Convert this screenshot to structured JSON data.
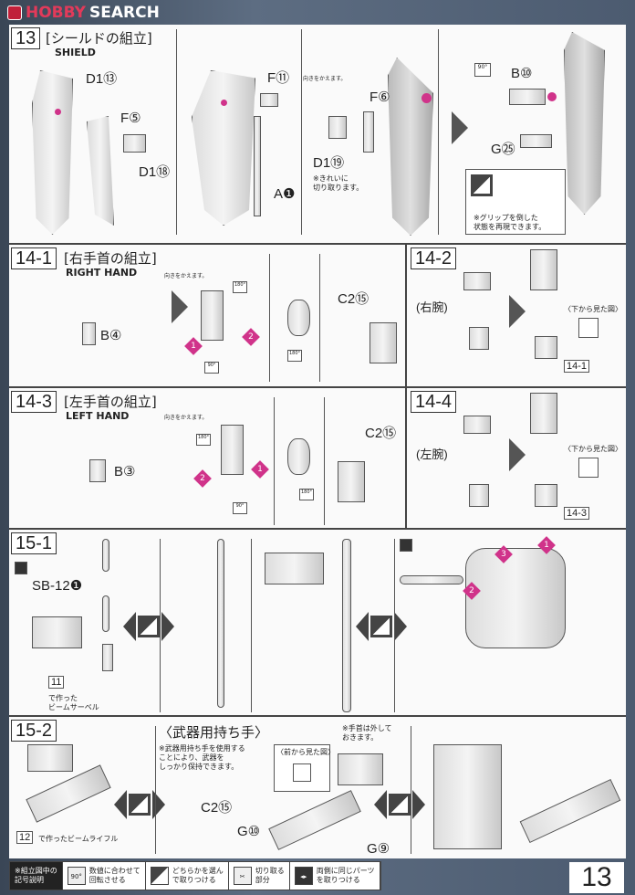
{
  "header": {
    "brand_hobby": "HOBBY",
    "brand_search": "SEARCH"
  },
  "s13": {
    "num": "13",
    "title": "[シールドの組立]",
    "en": "SHIELD",
    "parts": [
      "D1⑬",
      "F⑤",
      "D1⑱",
      "F⑪",
      "A❶",
      "F⑥",
      "D1⑲",
      "B⑩",
      "G㉕"
    ],
    "turn": "向きをかえます。",
    "note_cut": "※きれいに\n切り取ります。",
    "note_grip": "※グリップを倒した\n状態を再現できます。",
    "rot": "90°"
  },
  "s14_1": {
    "num": "14-1",
    "title": "[右手首の組立]",
    "en": "RIGHT HAND",
    "turn": "向きをかえます。",
    "parts": [
      "B④",
      "C2⑮"
    ],
    "rot180": "180°",
    "rot90": "90°",
    "step1": "1",
    "step2": "2"
  },
  "s14_2": {
    "num": "14-2",
    "arm": "(右腕)",
    "view": "〈下から見た図〉",
    "ref": "14-1"
  },
  "s14_3": {
    "num": "14-3",
    "title": "[左手首の組立]",
    "en": "LEFT HAND",
    "turn": "向きをかえます。",
    "parts": [
      "B③",
      "C2⑮"
    ],
    "rot180": "180°",
    "rot90": "90°",
    "step1": "1",
    "step2": "2"
  },
  "s14_4": {
    "num": "14-4",
    "arm": "(左腕)",
    "view": "〈下から見た図〉",
    "ref": "14-3"
  },
  "s15_1": {
    "num": "15-1",
    "part": "SB-12❶",
    "ref": "11",
    "ref_text": "で作った\nビームサーベル",
    "steps": [
      "1",
      "2",
      "3"
    ]
  },
  "s15_2": {
    "num": "15-2",
    "ref": "12",
    "ref_text": "で作ったビームライフル",
    "heading": "〈武器用持ち手〉",
    "note": "※武器用持ち手を使用する\nことにより、武器を\nしっかり保持できます。",
    "front": "〈前から見た図〉",
    "wrist": "※手首は外して\nおきます。",
    "parts": [
      "C2⑮",
      "G⑩",
      "G⑨"
    ]
  },
  "legend": {
    "head": "※組立図中の\n記号説明",
    "items": [
      {
        "icon": "rotate-90-icon",
        "icon_text": "90°",
        "text": "数値に合わせて\n回転させる"
      },
      {
        "icon": "choose-either-icon",
        "text": "どちらかを選ん\nで取りつける"
      },
      {
        "icon": "nipper-cut-icon",
        "text": "切り取る\n部分"
      },
      {
        "icon": "both-sides-icon",
        "text": "両側に同じパーツ\nを取りつける"
      }
    ]
  },
  "page_number": "13",
  "colors": {
    "accent_pink": "#d0338a",
    "line": "#444444"
  }
}
